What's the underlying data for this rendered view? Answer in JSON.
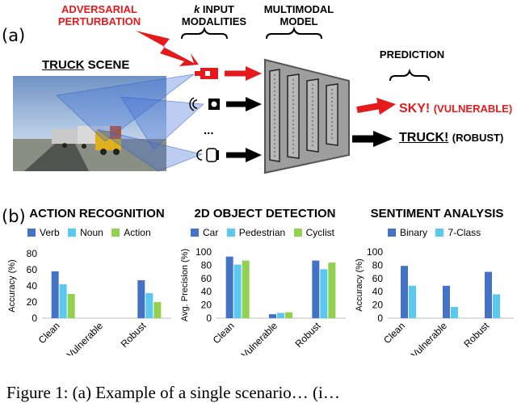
{
  "panel_a": {
    "label": "(a)",
    "adversarial_line1": "ADVERSARIAL",
    "adversarial_line2": "PERTURBATION",
    "input_k": "k",
    "input_line1": "INPUT",
    "input_line2": "MODALITIES",
    "multimodal_line1": "MULTIMODAL",
    "multimodal_line2": "MODEL",
    "prediction": "PREDICTION",
    "scene_prefix": "TRUCK",
    "scene_suffix": " SCENE",
    "ellipsis": "...",
    "pred_vulnerable_main": "SKY!",
    "pred_vulnerable_tag": "(VULNERABLE)",
    "pred_robust_main": "TRUCK!",
    "pred_robust_tag": "(ROBUST)",
    "colors": {
      "red": "#e41a1c",
      "model_gray": "#9e9e9e"
    }
  },
  "panel_b": {
    "label": "(b)"
  },
  "caption": "Figure 1: (a) Example of a single scenario… (i…",
  "chart_data": [
    {
      "type": "bar",
      "title": "ACTION RECOGNITION",
      "ylabel": "Accuracy (%)",
      "ylim": [
        0,
        80
      ],
      "yticks": [
        "0",
        "20",
        "40",
        "60",
        "80"
      ],
      "categories": [
        "Clean",
        "Vulnerable",
        "Robust"
      ],
      "series": [
        {
          "name": "Verb",
          "color": "#4472c4",
          "values": [
            58,
            0,
            47
          ]
        },
        {
          "name": "Noun",
          "color": "#5bc8f0",
          "values": [
            42,
            0,
            31
          ]
        },
        {
          "name": "Action",
          "color": "#92d050",
          "values": [
            30,
            0,
            20
          ]
        }
      ],
      "legend": "top"
    },
    {
      "type": "bar",
      "title": "2D OBJECT DETECTION",
      "ylabel": "Avg. Precision (%)",
      "ylim": [
        0,
        100
      ],
      "yticks": [
        "0",
        "20",
        "40",
        "60",
        "80",
        "100"
      ],
      "categories": [
        "Clean",
        "Vulnerable",
        "Robust"
      ],
      "series": [
        {
          "name": "Car",
          "color": "#4472c4",
          "values": [
            93,
            6,
            87
          ]
        },
        {
          "name": "Pedestrian",
          "color": "#5bc8f0",
          "values": [
            81,
            8,
            74
          ]
        },
        {
          "name": "Cyclist",
          "color": "#92d050",
          "values": [
            87,
            9,
            84
          ]
        }
      ],
      "legend": "top"
    },
    {
      "type": "bar",
      "title": "SENTIMENT ANALYSIS",
      "ylabel": "Accuracy (%)",
      "ylim": [
        0,
        100
      ],
      "yticks": [
        "0",
        "20",
        "40",
        "60",
        "80",
        "100"
      ],
      "categories": [
        "Clean",
        "Vulnerable",
        "Robust"
      ],
      "series": [
        {
          "name": "Binary",
          "color": "#4472c4",
          "values": [
            79,
            49,
            70
          ]
        },
        {
          "name": "7-Class",
          "color": "#5bc8f0",
          "values": [
            49,
            17,
            36
          ]
        }
      ],
      "legend": "top"
    }
  ]
}
